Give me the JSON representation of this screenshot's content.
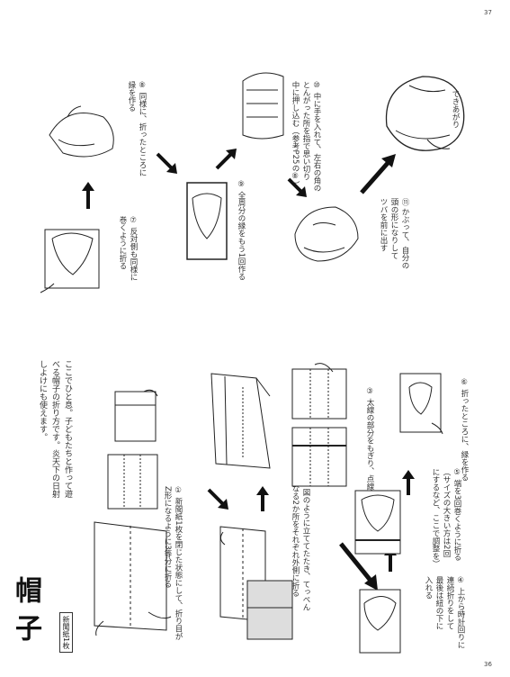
{
  "page": {
    "left_page_number": "36",
    "right_page_number": "37"
  },
  "title": {
    "text": "帽子",
    "tag": "新聞紙1枚"
  },
  "intro": [
    "ここでひと息。子どもたちと作って遊",
    "べる帽子の折り方です。炎天下の日射",
    "しよけにも使えます。"
  ],
  "steps": {
    "s1": [
      "① 新聞紙1枚を閉じた状態にして、折り目が",
      "Z形になるように3等分に折る"
    ],
    "s2": [
      "② 図のように立ててたたき、てっぺん",
      "になる2か所をそれぞれ外側に折る"
    ],
    "s3": [
      "③ 太線の部分をもぎり、点線で折る"
    ],
    "s4": [
      "④ 上から時計回りに",
      "連続折りをして",
      "最後は紐の下に",
      "入れる"
    ],
    "s5": [
      "⑤ 端を3回巻くように折る",
      "（サイズの大きい方は2回",
      "にするなど、ここで調整を）"
    ],
    "s6": [
      "⑥ 折ったところに、縁を作る"
    ],
    "s7": [
      "⑦ 反対側も同様に",
      "巻くように折る"
    ],
    "s8": [
      "⑧ 同様に、折ったところに",
      "縁を作る"
    ],
    "s9": [
      "⑨ 全周分の縁をもう1回作る"
    ],
    "s10": [
      "⑩ 中に手を入れて、左右の角の",
      "とんがった所を指で思い切り",
      "中に押し込む（参考P25の⑧）"
    ],
    "s11": [
      "⑪ かぶって、自分の",
      "頭の形になりして",
      "ツバを前に出す"
    ],
    "s12": [
      "できあがり"
    ]
  }
}
